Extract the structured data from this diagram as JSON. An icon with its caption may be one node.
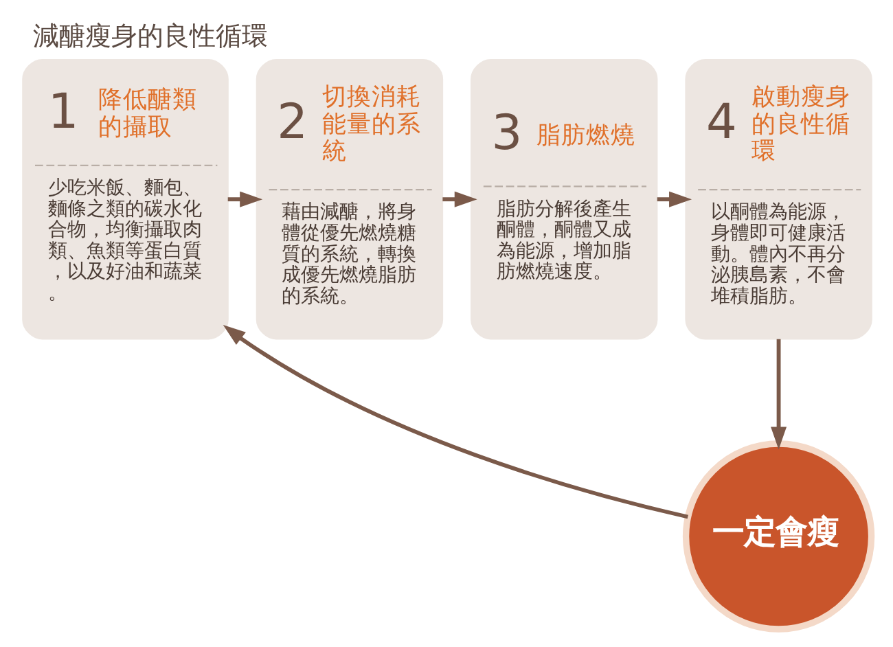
{
  "diagram": {
    "title": "減醣瘦身的良性循環",
    "nodes": [
      {
        "text": [
          "1",
          "降低醣類的攝取",
          "少吃米飯、麵包、麵條之類的碳水化合物，均衡攝取肉類、魚類等蛋白質，以及好油和蔬菜。"
        ]
      },
      {
        "text": [
          "2",
          "切換消耗能量的系統",
          "藉由減醣，將身體從優先燃燒糖質的系統，轉換成優先燃燒脂肪的系統。"
        ]
      },
      {
        "text": [
          "3",
          "脂肪燃燒",
          "脂肪分解後產生酮體，酮體又成為能源，增加脂肪燃燒速度。"
        ]
      },
      {
        "text": [
          "4",
          "啟動瘦身的良性循環",
          "以酮體為能源，身體即可健康活動。體內不再分泌胰島素，不會堆積脂肪。"
        ]
      },
      {
        "text": [
          "一定會瘦"
        ]
      }
    ],
    "edges": [
      {
        "from": 0,
        "to": 1,
        "arrow": "to"
      },
      {
        "from": 1,
        "to": 2,
        "arrow": "to"
      },
      {
        "from": 2,
        "to": 3,
        "arrow": "to"
      },
      {
        "from": 3,
        "to": 4,
        "arrow": "to"
      },
      {
        "from": 4,
        "to": 0,
        "arrow": "to"
      }
    ]
  }
}
